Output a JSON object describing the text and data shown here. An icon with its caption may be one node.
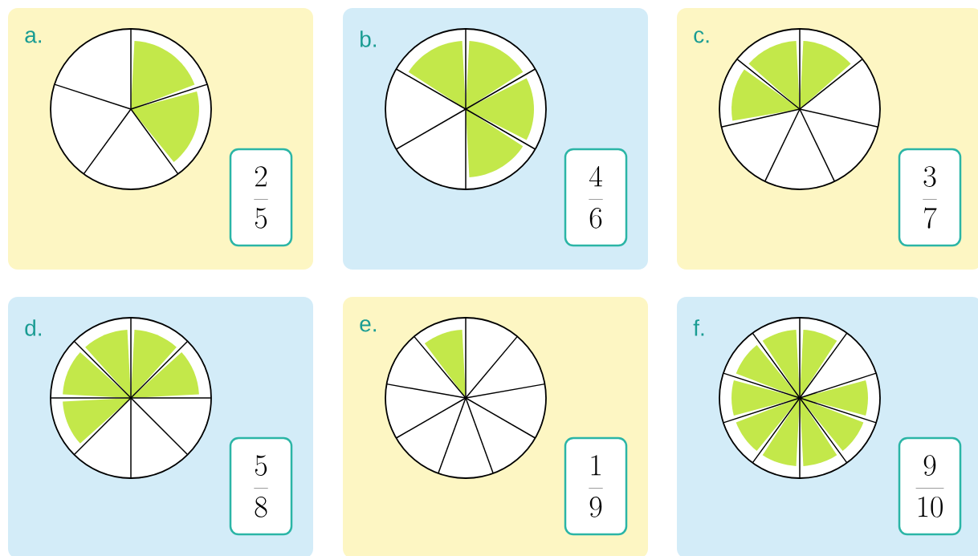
{
  "diagram": {
    "nodes": [
      {
        "text": [
          "a."
        ]
      },
      {
        "text": [],
        "shape": "circle",
        "in": 0
      },
      {
        "text": [
          "\\frac{2}{5}"
        ],
        "in": 0
      },
      {
        "text": [
          "b."
        ]
      },
      {
        "text": [],
        "shape": "circle",
        "in": 3
      },
      {
        "text": [
          "\\frac{4}{6}"
        ],
        "in": 3
      },
      {
        "text": [
          "c."
        ]
      },
      {
        "text": [],
        "shape": "circle",
        "in": 6
      },
      {
        "text": [
          "\\frac{3}{7}"
        ],
        "in": 6
      },
      {
        "text": [
          "d."
        ]
      },
      {
        "text": [],
        "shape": "circle",
        "in": 9
      },
      {
        "text": [
          "\\frac{5}{8}"
        ],
        "in": 9
      },
      {
        "text": [
          "e."
        ]
      },
      {
        "text": [],
        "shape": "circle",
        "in": 12
      },
      {
        "text": [
          "\\frac{1}{9}"
        ],
        "in": 12
      },
      {
        "text": [
          "f."
        ]
      },
      {
        "text": [],
        "shape": "circle",
        "in": 15
      },
      {
        "text": [
          "\\frac{9}{10}"
        ],
        "in": 15
      }
    ]
  }
}
